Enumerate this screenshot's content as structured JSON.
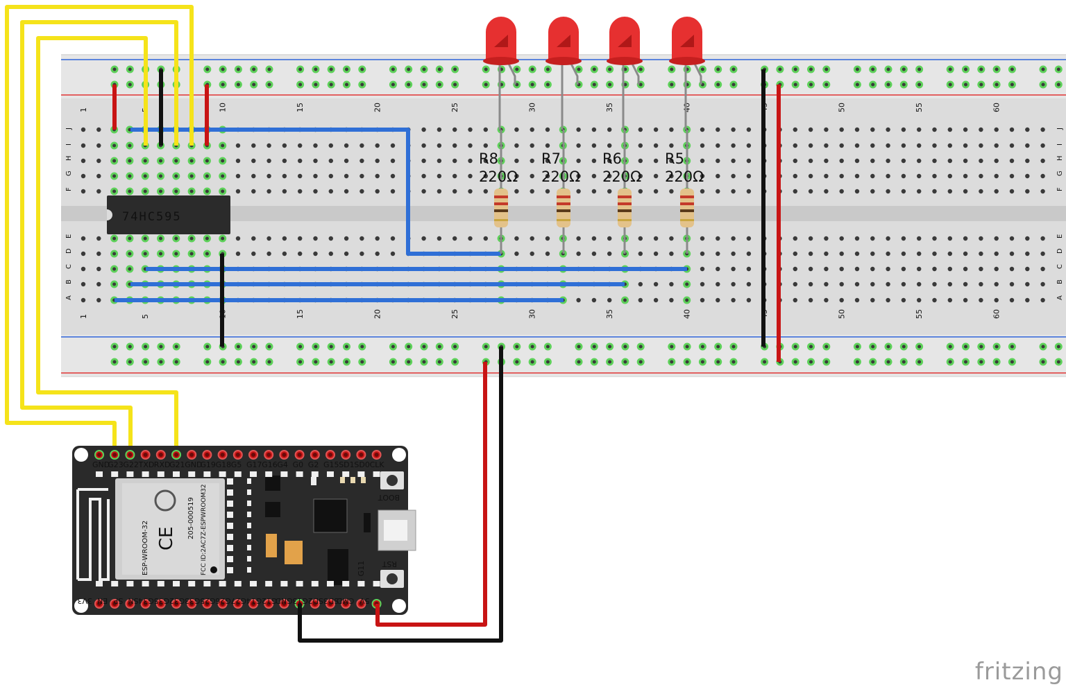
{
  "breadboard": {
    "column_numbers": [
      "1",
      "5",
      "10",
      "15",
      "20",
      "25",
      "30",
      "35",
      "40",
      "45",
      "50",
      "55",
      "60"
    ],
    "row_letters_top": [
      "J",
      "I",
      "H",
      "G",
      "F"
    ],
    "row_letters_bottom": [
      "E",
      "D",
      "C",
      "B",
      "A"
    ],
    "colors": {
      "body": "#d9d9d9",
      "rail_blue": "#2e63d9",
      "rail_red": "#e03434",
      "hole": "#3a3a3a",
      "hole_active": "#5ed15a"
    }
  },
  "chip": {
    "label": "74HC595",
    "color": "#2b2b2b"
  },
  "resistors": [
    {
      "name": "R8",
      "value": "220Ω"
    },
    {
      "name": "R7",
      "value": "220Ω"
    },
    {
      "name": "R6",
      "value": "220Ω"
    },
    {
      "name": "R5",
      "value": "220Ω"
    }
  ],
  "leds": {
    "count": 4,
    "color": "#e63030"
  },
  "esp32": {
    "top_pins": [
      "GND",
      "G23",
      "G22",
      "TXD",
      "RXD",
      "G21",
      "GND",
      "G19",
      "G18",
      "G5",
      "G17",
      "G16",
      "G4",
      "G0",
      "G2",
      "G15",
      "SD1",
      "SD0",
      "CLK"
    ],
    "bottom_pins": [
      "3V3",
      "EN",
      "SP",
      "SN",
      "G34",
      "G35",
      "G32",
      "G33",
      "G25",
      "G26",
      "G27",
      "G14",
      "G12",
      "GND",
      "G13",
      "SD2",
      "SD3",
      "CMD",
      "5V"
    ],
    "module_text": [
      "ESP-WROOM-32",
      "205-000519",
      "FCC ID:2AC7Z-ESPWROOM32"
    ],
    "boot_label": "BOOT",
    "rst_label": "RST",
    "g11_label": "<- G11",
    "board_color": "#2a2a2a"
  },
  "wires": {
    "yellow": "#f5e31a",
    "blue": "#2f6fd6",
    "red": "#c81414",
    "black": "#111111"
  },
  "brand": {
    "logo_text": "fritzing"
  }
}
